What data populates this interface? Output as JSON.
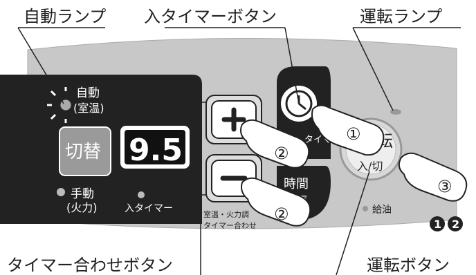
{
  "callouts": {
    "auto_lamp": "自動ランプ",
    "timer_on_button": "入タイマーボタン",
    "run_lamp": "運転ランプ",
    "timer_set_button": "タイマー合わせボタン",
    "run_button": "運転ボタン"
  },
  "panel": {
    "auto_label_line1": "自動",
    "auto_label_line2": "(室温)",
    "switch_button": "切替",
    "manual_label_line1": "手動",
    "manual_label_line2": "(火力)",
    "display_value": "9.5",
    "timer_on_indicator": "入タイマー",
    "note_line1": "室温・火力調",
    "note_line2": "タイマー合わせ",
    "timer_on_label": "タイマー",
    "extend_label_line1": "時間",
    "extend_label_line2": "延長",
    "run_label_line1": "転",
    "run_label_line2": "入/切",
    "fuel_label": "給油"
  },
  "steps": {
    "step_1": "①",
    "step_2a": "②",
    "step_2b": "②",
    "step_3": "③",
    "step_badge_1": "1",
    "step_badge_2": "2"
  },
  "colors": {
    "panel_gray": "#c8c8c8",
    "dark_panel": "#222222",
    "button_gray": "#9a9a9a",
    "display_black": "#111111",
    "hand_fill": "#ffffff"
  }
}
